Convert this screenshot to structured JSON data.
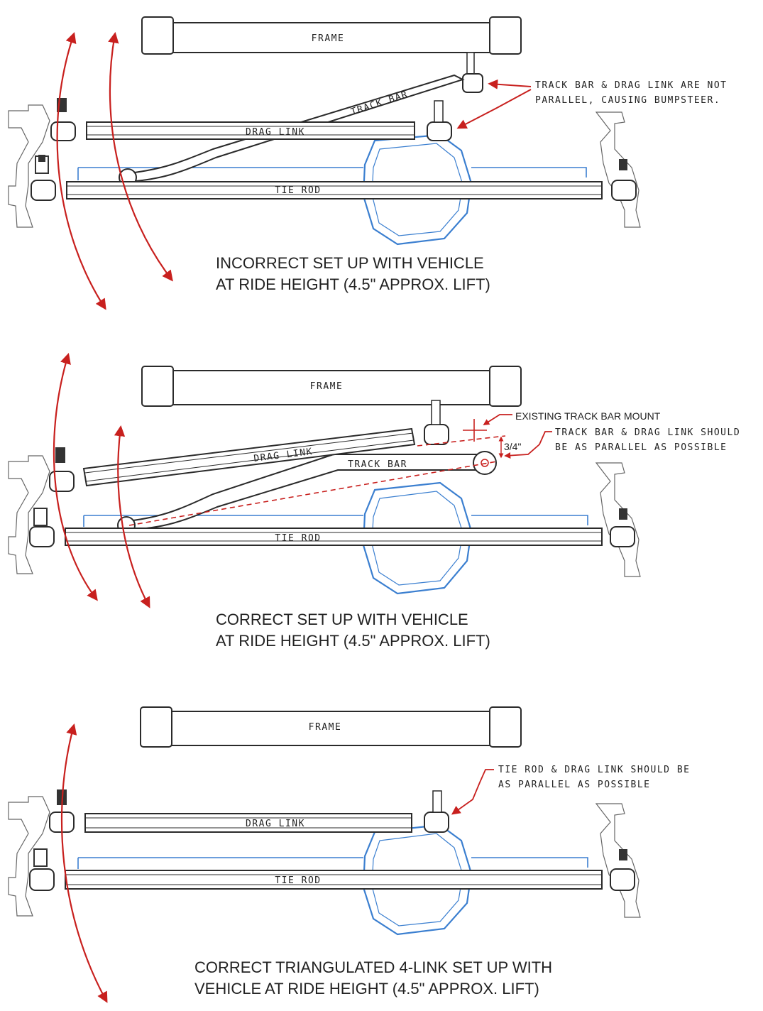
{
  "colors": {
    "line": "#2a2a2a",
    "accent": "#c8201e",
    "diff": "#3b7fd0"
  },
  "panels": [
    {
      "frame_label": "FRAME",
      "drag_link_label": "DRAG LINK",
      "track_bar_label": "TRACK BAR",
      "tie_rod_label": "TIE ROD",
      "note_lines": [
        "TRACK BAR & DRAG LINK ARE NOT",
        "PARALLEL, CAUSING BUMPSTEER."
      ],
      "caption_lines": [
        "INCORRECT SET UP WITH VEHICLE",
        "AT RIDE HEIGHT (4.5\" APPROX. LIFT)"
      ]
    },
    {
      "frame_label": "FRAME",
      "drag_link_label": "DRAG LINK",
      "track_bar_label": "TRACK BAR",
      "tie_rod_label": "TIE ROD",
      "mount_label": "EXISTING TRACK BAR MOUNT",
      "measure_label": "3/4\"",
      "note_lines": [
        "TRACK BAR & DRAG LINK SHOULD",
        "BE AS PARALLEL AS POSSIBLE"
      ],
      "caption_lines": [
        "CORRECT SET UP WITH VEHICLE",
        "AT RIDE HEIGHT (4.5\" APPROX. LIFT)"
      ]
    },
    {
      "frame_label": "FRAME",
      "drag_link_label": "DRAG LINK",
      "tie_rod_label": "TIE ROD",
      "note_lines": [
        "TIE ROD & DRAG LINK SHOULD BE",
        "AS PARALLEL AS POSSIBLE"
      ],
      "caption_lines": [
        "CORRECT TRIANGULATED 4-LINK SET UP WITH",
        "VEHICLE AT RIDE HEIGHT (4.5\" APPROX. LIFT)"
      ]
    }
  ]
}
